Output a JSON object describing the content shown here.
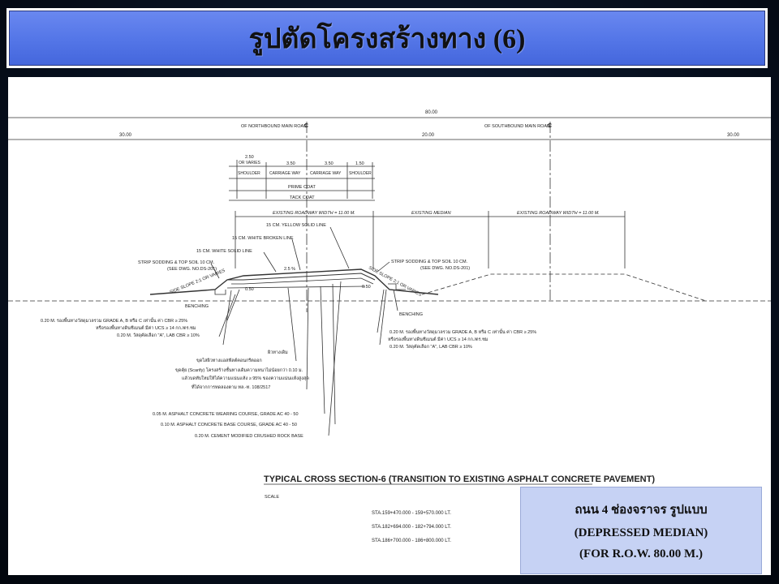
{
  "title": "รูปตัดโครงสร้างทาง (6)",
  "drawing": {
    "total_width": "80.00",
    "left_width": "30.00",
    "median_width": "20.00",
    "right_width": "30.00",
    "cl_north": "OF NORTHBOUND MAIN ROAD",
    "cl_south": "OF SOUTHBOUND MAIN ROAD",
    "cl_symbol": "C",
    "dims": {
      "shoulder_left": "2.50",
      "or_varies": "OR VARIES",
      "carriage_1": "3.50",
      "carriage_2": "3.50",
      "shoulder_right": "1.50"
    },
    "lane_labels": {
      "shoulder": "SHOULDER",
      "carriage_way": "CARRIAGE WAY"
    },
    "prime_coat": "PRIME COAT",
    "tack_coat": "TACK COAT",
    "existing_roadway_1": "EXISTING ROADWAY WIDTH = 11.00 M.",
    "existing_median": "EXISTING MEDIAN",
    "existing_roadway_2": "EXISTING ROADWAY WIDTH = 11.00 M.",
    "yellow_line": "15 CM. YELLOW SOLID LINE",
    "white_broken": "15 CM. WHITE BROKEN LINE",
    "white_solid": "15 CM. WHITE SOLID LINE",
    "strip_left": "STRIP SODDING & TOP SOIL 10 CM.",
    "see_dwg_left": "(SEE DWG. NO.DS-201)",
    "strip_right": "STRIP SODDING & TOP SOIL 10 CM.",
    "see_dwg_right": "(SEE DWG. NO.DS-201)",
    "side_slope_left": "SIDE SLOPE 2:1 OR VARIES",
    "side_slope_right": "SIDE SLOPE 2:1 OR VARIES",
    "grade": "2.5 %",
    "offset_050_left": "0.50",
    "offset_050_right": "0.50",
    "benching_left": "BENCHING",
    "benching_right": "BENCHING",
    "subbase_left_1": "0.20 M. รองพื้นทางวัสดุมวลรวม GRADE A, B หรือ C เท่านั้น ค่า CBR ≥ 25%",
    "subbase_left_2": "หรือรองพื้นทางดินซีเมนต์ มีค่า UCS ≥ 14 กก./ตร.ซม",
    "subbase_left_3": "0.20 M. วัสดุคัดเลือก \"A\", LAB CBR ≥ 10%",
    "subbase_right_1": "0.20 M. รองพื้นทางวัสดุมวลรวม GRADE A, B หรือ C เท่านั้น ค่า CBR ≥ 25%",
    "subbase_right_2": "หรือรองพื้นทางดินซีเมนต์ มีค่า UCS ≥ 14 กก./ตร.ซม",
    "subbase_right_3": "0.20 M. วัสดุคัดเลือก \"A\", LAB CBR ≥ 10%",
    "note_1": "ผิวทางเดิม",
    "note_2": "ขุดไสผิวทางแอสฟัลต์คอนกรีตออก",
    "note_3": "ขุดคุ้ย (Scarify) โครงสร้างชั้นทางเดิมความหนาไม่น้อยกว่า 0.10 ม.",
    "note_4": "แล้วบดทับใหม่ให้ได้ความแน่นแห้ง ≥ 95% ของความแน่นแห้งสูงสุด",
    "note_5": "ที่ได้จากการทดลองตาม ทล.-ท. 108/2517",
    "layer_1": "0.05 M. ASPHALT CONCRETE WEARING COURSE, GRADE AC 40 - 50",
    "layer_2": "0.10 M. ASPHALT CONCRETE BASE COURSE, GRADE AC 40 - 50",
    "layer_3": "0.20 M. CEMENT MODIFIED CRUSHED ROCK BASE",
    "section_title": "TYPICAL CROSS SECTION-6 (TRANSITION TO EXISTING ASPHALT CONCRETE PAVEMENT)",
    "scale_label": "SCALE",
    "stations": [
      "STA.159+470.000  -  159+570.000 LT.",
      "STA.182+694.000  -  182+794.000 LT.",
      "STA.186+700.000  -  186+800.000 LT."
    ]
  },
  "info_box": {
    "line_1": "ถนน 4 ช่องจราจร รูปแบบ",
    "line_2": "(DEPRESSED MEDIAN)",
    "line_3": "(FOR R.O.W. 80.00 M.)"
  }
}
